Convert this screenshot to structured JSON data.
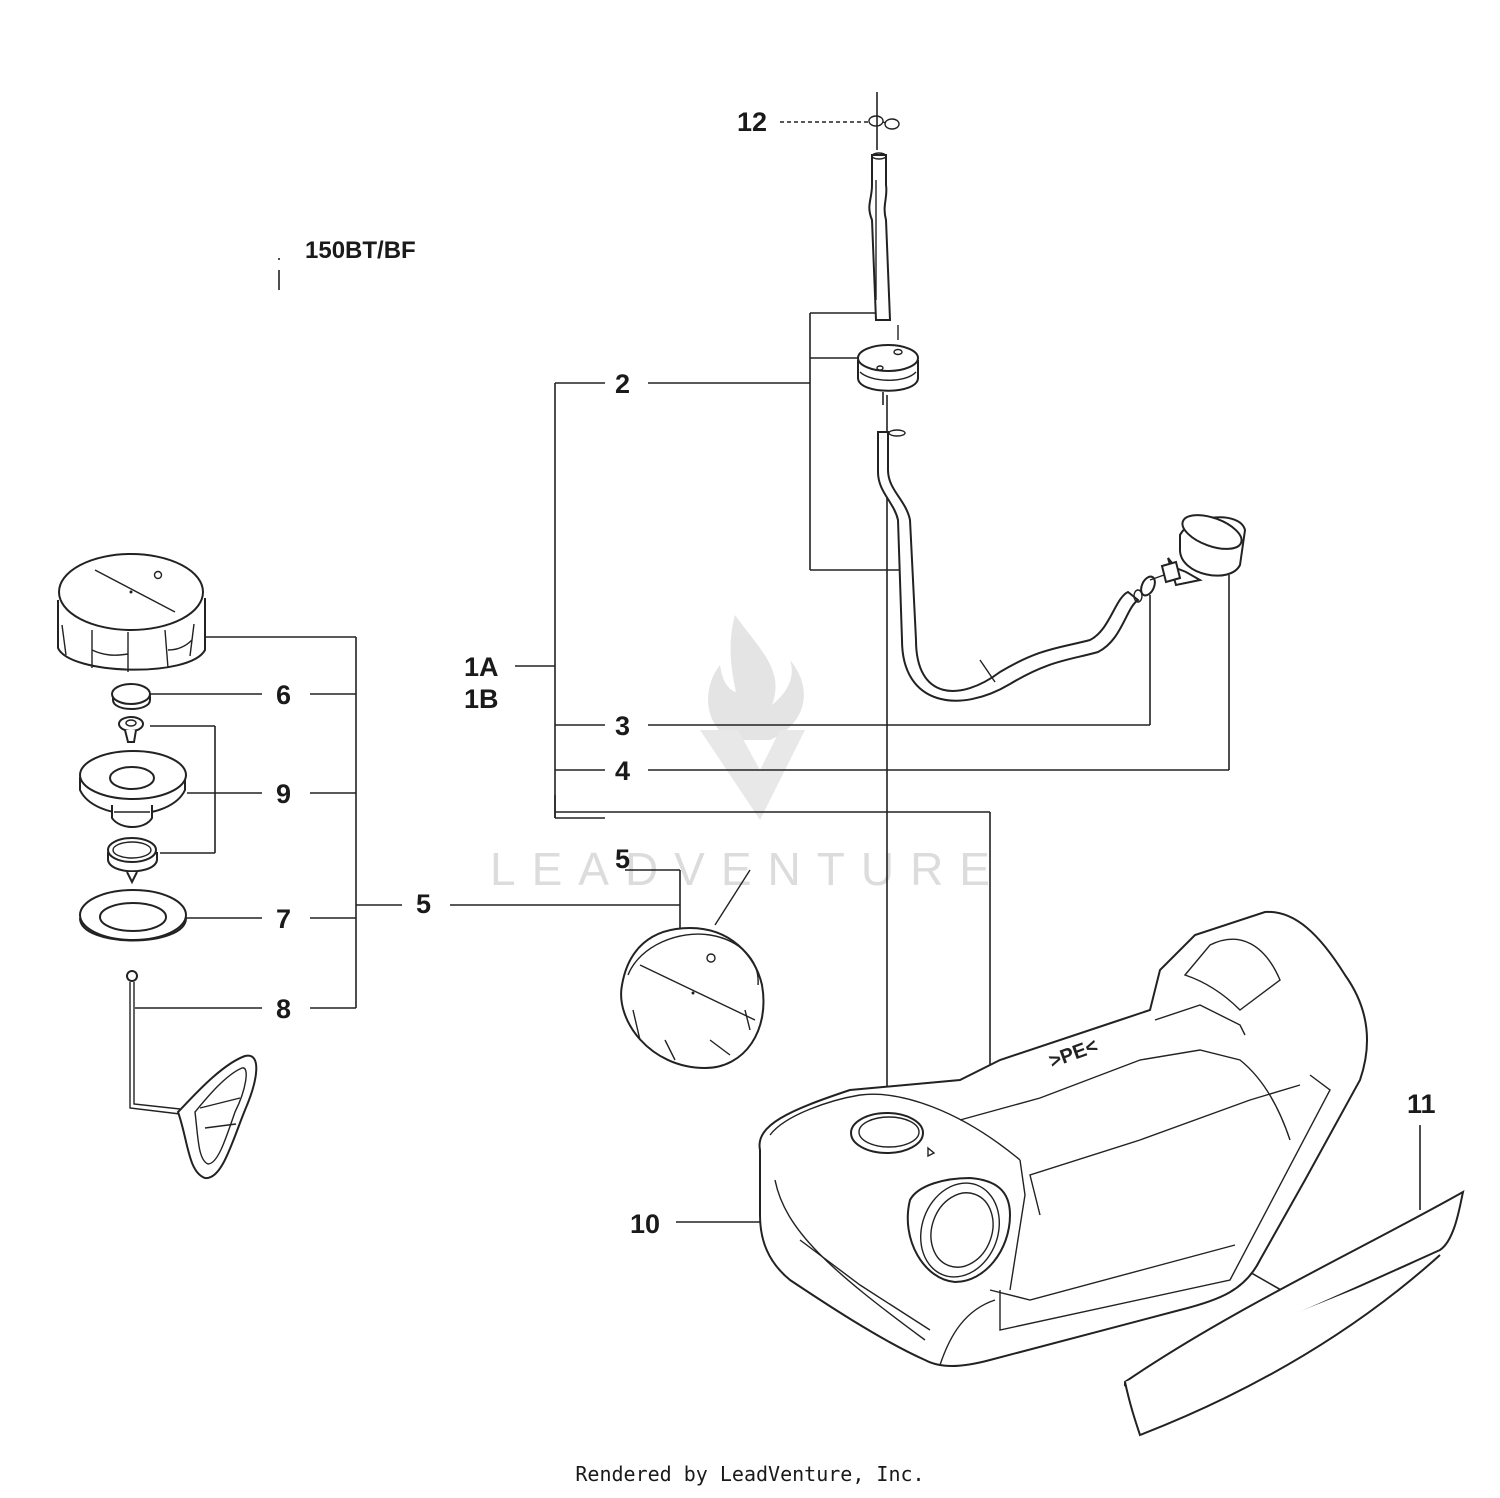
{
  "model_label": "150BT/BF",
  "callouts": {
    "c1a": "1A",
    "c1b": "1B",
    "c2": "2",
    "c3": "3",
    "c4": "4",
    "c5_upper": "5",
    "c5_left": "5",
    "c6": "6",
    "c7": "7",
    "c8": "8",
    "c9": "9",
    "c10": "10",
    "c11": "11",
    "c12": "12"
  },
  "tank_marking": ">PE<",
  "watermark": "LEADVENTURE",
  "footer": "Rendered by LeadVenture, Inc."
}
